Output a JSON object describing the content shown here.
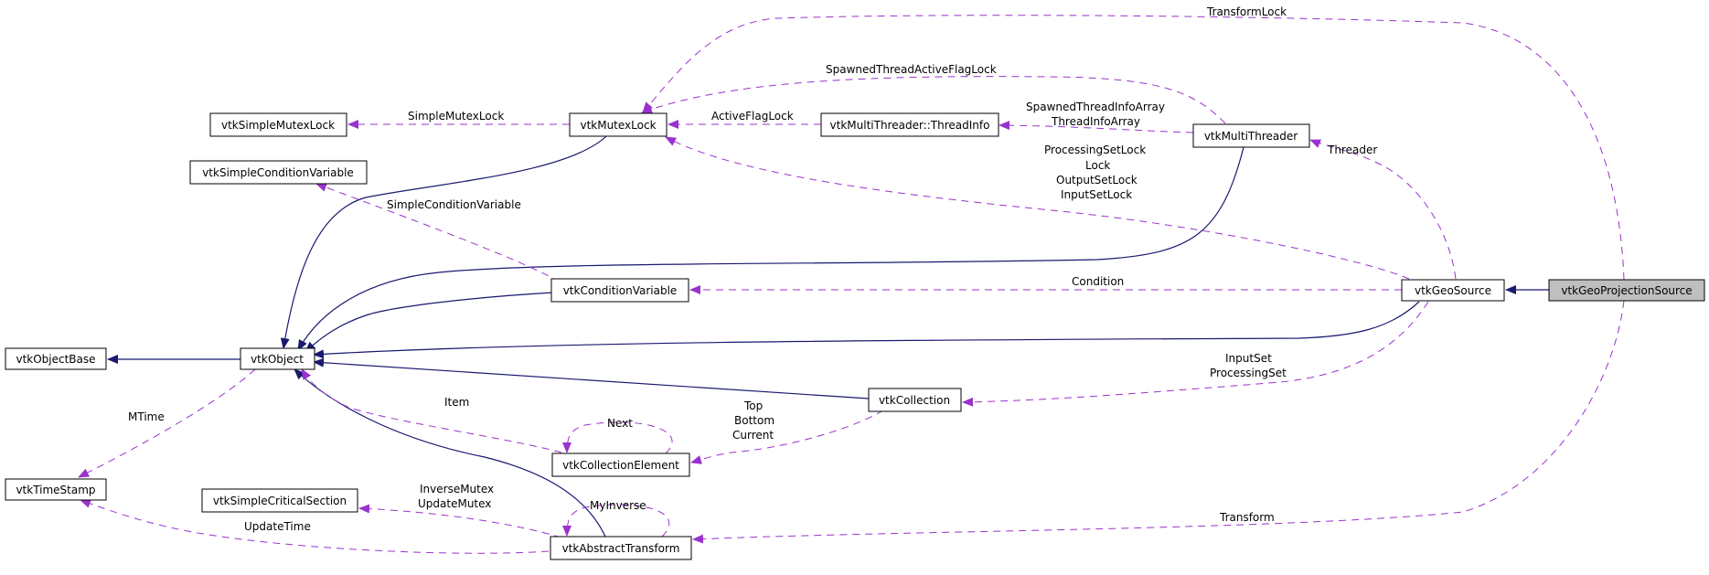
{
  "colors": {
    "inheritance_edge": "#191970",
    "usage_edge": "#9a32cd",
    "highlight_fill": "#bfbfbf"
  },
  "nodes": {
    "vtkGeoProjectionSource": "vtkGeoProjectionSource",
    "vtkGeoSource": "vtkGeoSource",
    "vtkObject": "vtkObject",
    "vtkObjectBase": "vtkObjectBase",
    "vtkTimeStamp": "vtkTimeStamp",
    "vtkMutexLock": "vtkMutexLock",
    "vtkSimpleMutexLock": "vtkSimpleMutexLock",
    "vtkSimpleConditionVariable": "vtkSimpleConditionVariable",
    "vtkConditionVariable": "vtkConditionVariable",
    "vtkMultiThreaderThreadInfo": "vtkMultiThreader::ThreadInfo",
    "vtkMultiThreader": "vtkMultiThreader",
    "vtkCollection": "vtkCollection",
    "vtkCollectionElement": "vtkCollectionElement",
    "vtkSimpleCriticalSection": "vtkSimpleCriticalSection",
    "vtkAbstractTransform": "vtkAbstractTransform"
  },
  "labels": {
    "transformLock": "TransformLock",
    "spawnedThreadActiveFlagLock": "SpawnedThreadActiveFlagLock",
    "simpleMutexLock": "SimpleMutexLock",
    "activeFlagLock": "ActiveFlagLock",
    "spawnedThreadInfoArray": "SpawnedThreadInfoArray",
    "threadInfoArray": "ThreadInfoArray",
    "processingSetLock": "ProcessingSetLock",
    "lock": "Lock",
    "outputSetLock": "OutputSetLock",
    "inputSetLock": "InputSetLock",
    "threader": "Threader",
    "simpleConditionVariable": "SimpleConditionVariable",
    "condition": "Condition",
    "mtime": "MTime",
    "item": "Item",
    "next": "Next",
    "inputSet": "InputSet",
    "processingSet": "ProcessingSet",
    "top": "Top",
    "bottom": "Bottom",
    "current": "Current",
    "inverseMutex": "InverseMutex",
    "updateMutex": "UpdateMutex",
    "myInverse": "MyInverse",
    "updateTime": "UpdateTime",
    "transform": "Transform"
  }
}
